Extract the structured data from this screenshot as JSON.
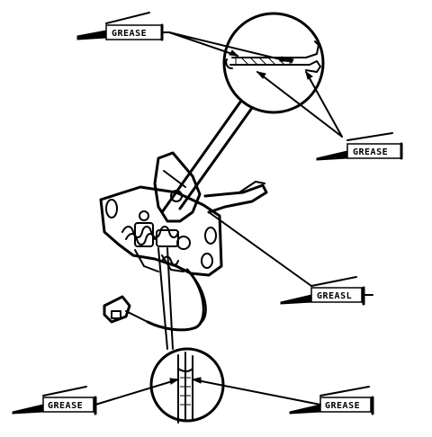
{
  "callouts": [
    {
      "label": "GREASE"
    },
    {
      "label": "GREASE"
    },
    {
      "label": "GREASL"
    },
    {
      "label": "GREASE"
    },
    {
      "label": "GREASE"
    }
  ]
}
